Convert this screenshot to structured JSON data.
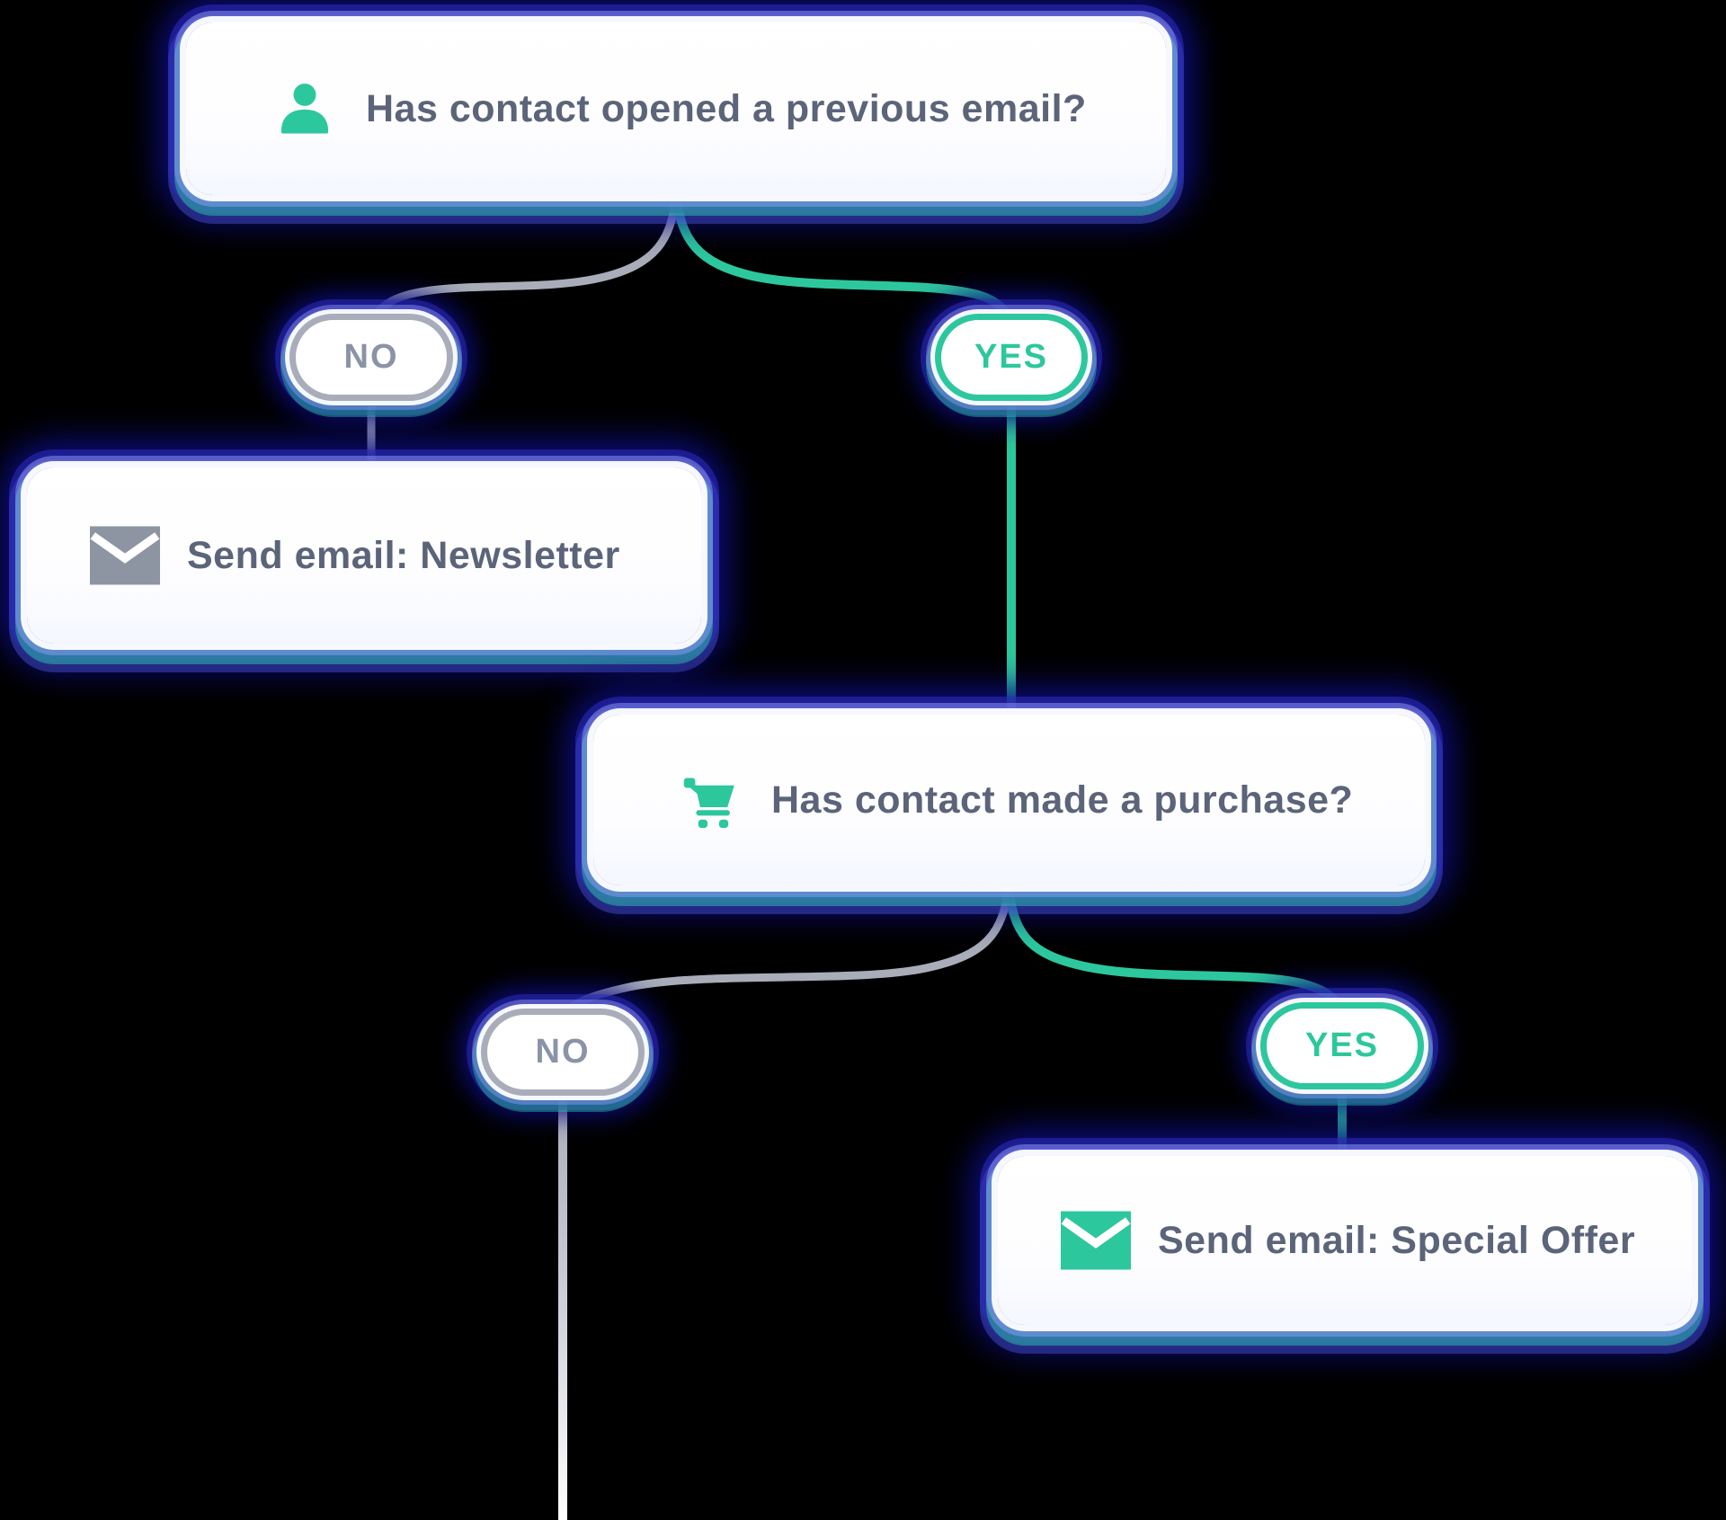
{
  "diagram": {
    "question1": {
      "label": "Has contact opened a previous email?",
      "icon": "person-icon"
    },
    "branch1": {
      "no_label": "NO",
      "yes_label": "YES"
    },
    "action_newsletter": {
      "label": "Send email: Newsletter",
      "icon": "email-icon"
    },
    "question2": {
      "label": "Has contact made a purchase?",
      "icon": "cart-icon"
    },
    "branch2": {
      "no_label": "NO",
      "yes_label": "YES"
    },
    "action_special_offer": {
      "label": "Send email: Special Offer",
      "icon": "email-icon"
    }
  },
  "colors": {
    "accent_green": "#2dc79e",
    "neutral_gray": "#a8adb9",
    "text_slate": "#5b6479",
    "pill_no_text": "#8a93a8",
    "glow_navy": "#0d0d84",
    "glow_lavender": "#929cf8",
    "node_background": "#ffffff"
  }
}
